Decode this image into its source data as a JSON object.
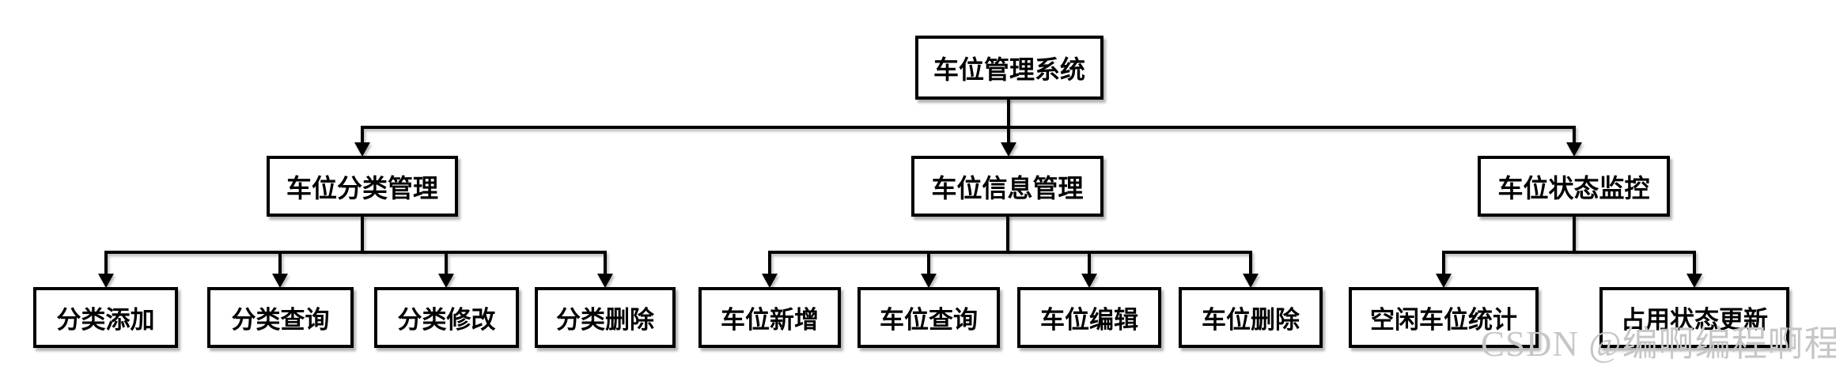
{
  "diagram": {
    "root": {
      "label": "车位管理系统"
    },
    "branches": [
      {
        "label": "车位分类管理",
        "children": [
          {
            "label": "分类添加"
          },
          {
            "label": "分类查询"
          },
          {
            "label": "分类修改"
          },
          {
            "label": "分类删除"
          }
        ]
      },
      {
        "label": "车位信息管理",
        "children": [
          {
            "label": "车位新增"
          },
          {
            "label": "车位查询"
          },
          {
            "label": "车位编辑"
          },
          {
            "label": "车位删除"
          }
        ]
      },
      {
        "label": "车位状态监控",
        "children": [
          {
            "label": "空闲车位统计"
          },
          {
            "label": "占用状态更新"
          }
        ]
      }
    ]
  },
  "watermark": {
    "text": "CSDN @编啊编程啊程"
  },
  "colors": {
    "background": "#ffffff",
    "node_fill": "#ffffff",
    "node_border": "#000000",
    "connector": "#000000",
    "text": "#000000",
    "watermark_color": "#c6c6c6"
  }
}
